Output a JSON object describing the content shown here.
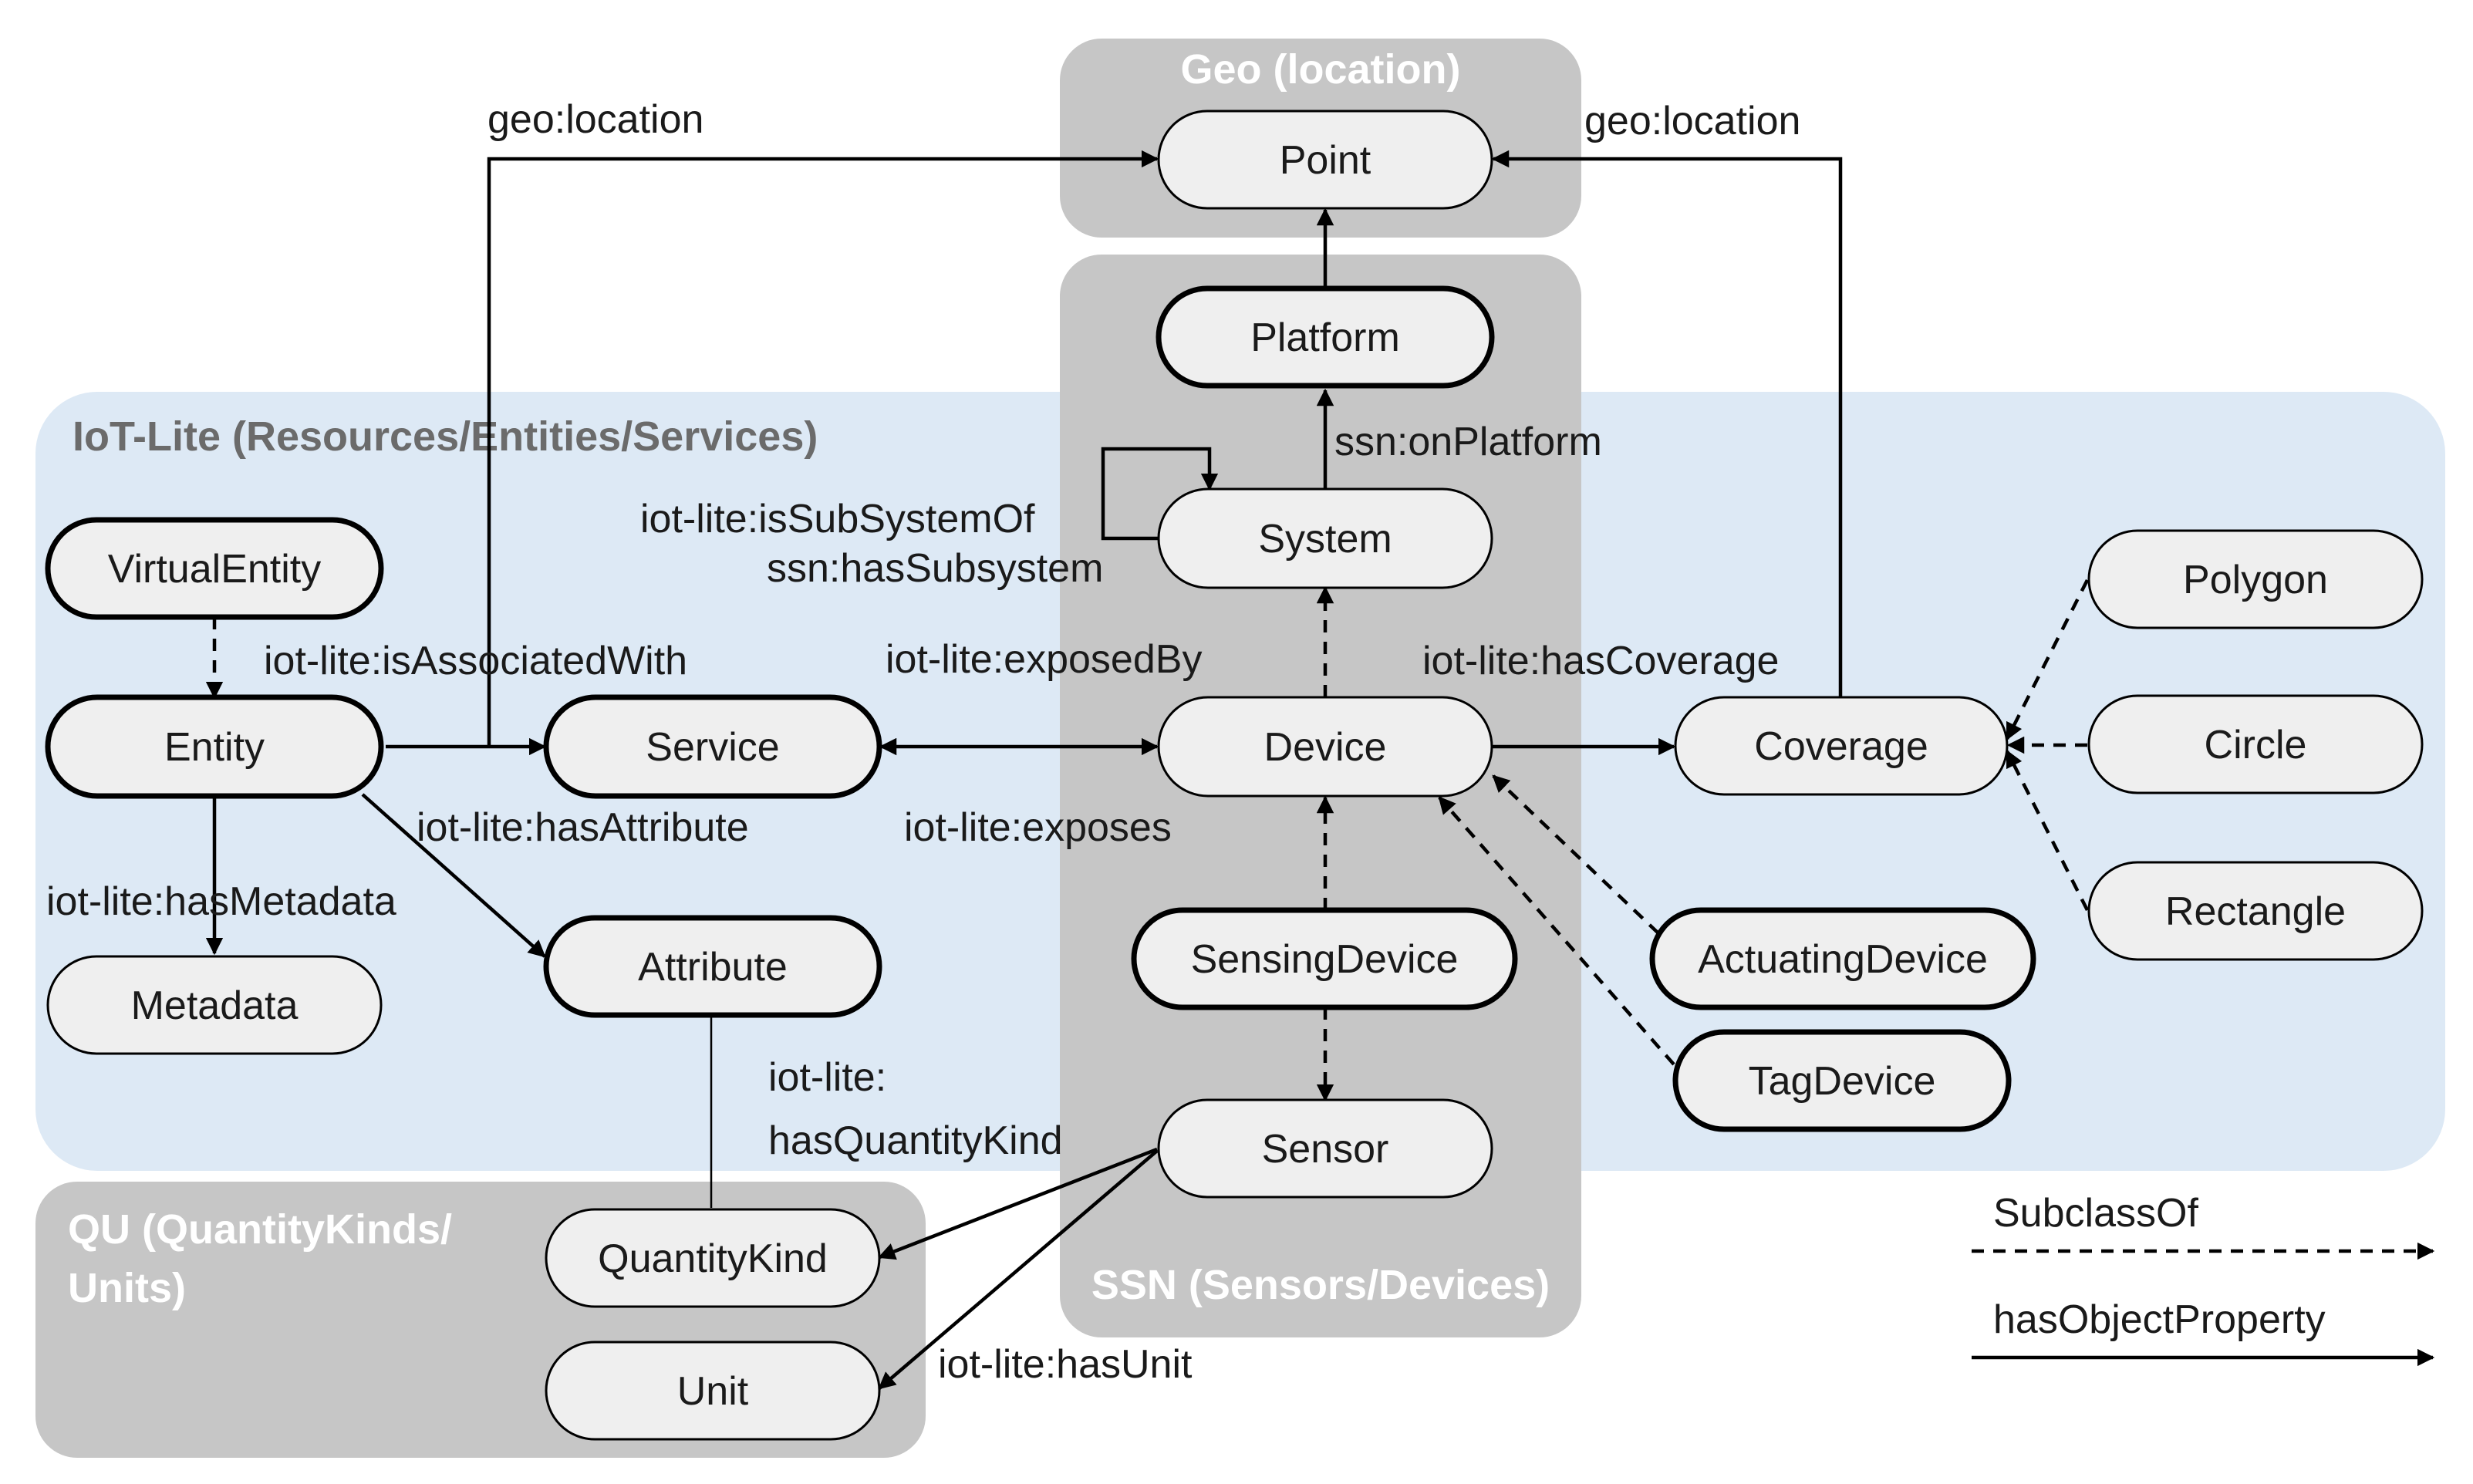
{
  "colors": {
    "iotlite_region": "#dde9f5",
    "gray_region": "#c6c6c6",
    "node_fill": "#efefef",
    "stroke": "#000000"
  },
  "regions": {
    "geo": "Geo (location)",
    "iotlite": "IoT-Lite (Resources/Entities/Services)",
    "ssn": "SSN (Sensors/Devices)",
    "qu_line1": "QU (QuantityKinds/",
    "qu_line2": "Units)"
  },
  "nodes": {
    "point": "Point",
    "platform": "Platform",
    "system": "System",
    "device": "Device",
    "sensing_device": "SensingDevice",
    "sensor": "Sensor",
    "virtual_entity": "VirtualEntity",
    "entity": "Entity",
    "service": "Service",
    "metadata": "Metadata",
    "attribute": "Attribute",
    "quantity_kind": "QuantityKind",
    "unit": "Unit",
    "coverage": "Coverage",
    "polygon": "Polygon",
    "circle": "Circle",
    "rectangle": "Rectangle",
    "actuating_device": "ActuatingDevice",
    "tag_device": "TagDevice"
  },
  "edge_labels": {
    "geo_location_left": "geo:location",
    "geo_location_right": "geo:location",
    "on_platform": "ssn:onPlatform",
    "is_subsystem_of": "iot-lite:isSubSystemOf",
    "has_subsystem": "ssn:hasSubsystem",
    "is_associated_with": "iot-lite:isAssociatedWith",
    "exposed_by": "iot-lite:exposedBy",
    "has_coverage": "iot-lite:hasCoverage",
    "has_attribute": "iot-lite:hasAttribute",
    "exposes": "iot-lite:exposes",
    "has_metadata": "iot-lite:hasMetadata",
    "has_quantity_kind_1": "iot-lite:",
    "has_quantity_kind_2": "hasQuantityKind",
    "has_unit": "iot-lite:hasUnit"
  },
  "legend": {
    "subclass_of": "SubclassOf",
    "has_object_property": "hasObjectProperty"
  }
}
